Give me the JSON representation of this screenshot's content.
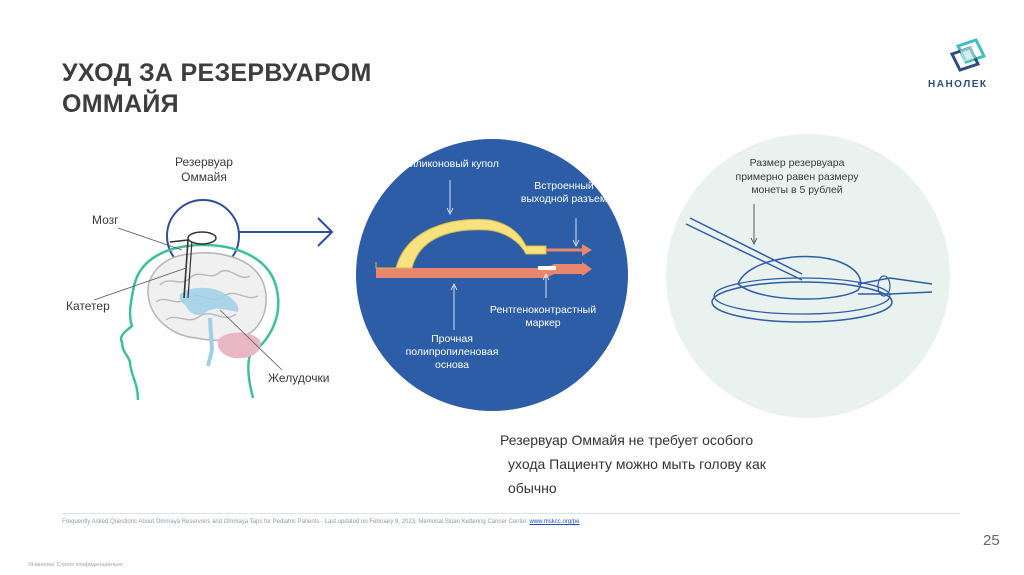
{
  "slide": {
    "title_line1": "УХОД ЗА РЕЗЕРВУАРОМ",
    "title_line2": "ОММАЙЯ",
    "logo_text": "НАНОЛЕК",
    "page_number": "25"
  },
  "head_diagram": {
    "label_reservoir_line1": "Резервуар",
    "label_reservoir_line2": "Оммайя",
    "label_brain": "Мозг",
    "label_catheter": "Катетер",
    "label_ventricles": "Желудочки"
  },
  "cross_section": {
    "label_dome": "Силиконовый купол",
    "label_connector_line1": "Встроенный",
    "label_connector_line2": "выходной разъем",
    "label_marker_line1": "Рентгеноконтрастный",
    "label_marker_line2": "маркер",
    "label_base_line1": "Прочная",
    "label_base_line2": "полипропиленовая",
    "label_base_line3": "основа"
  },
  "size_diagram": {
    "label_line1": "Размер резервуара",
    "label_line2": "примерно равен размеру",
    "label_line3": "монеты в 5 рублей"
  },
  "body": {
    "line1": "Резервуар Оммайя не требует особого",
    "line2": "ухода Пациенту можно мыть голову как",
    "line3": "обычно"
  },
  "footer": {
    "footnote": "Frequently Asked Questions About Ommaya Reservoirs and Ommaya Taps for Pediatric Patients - Last updated on February 9, 2023. Memorial Sloan Kettering Cancer Center. ",
    "footnote_link": "www.mskcc.org/pe",
    "copyright": "©Нанолек. Строго конфиденциально"
  },
  "colors": {
    "navy_circle": "#2d5da6",
    "pale_circle": "#e9f2ef",
    "dome_yellow": "#f7e27f",
    "base_salmon": "#e9876e",
    "brain_green": "#3fbf9a",
    "ventricle_blue": "#9fcfe8"
  }
}
